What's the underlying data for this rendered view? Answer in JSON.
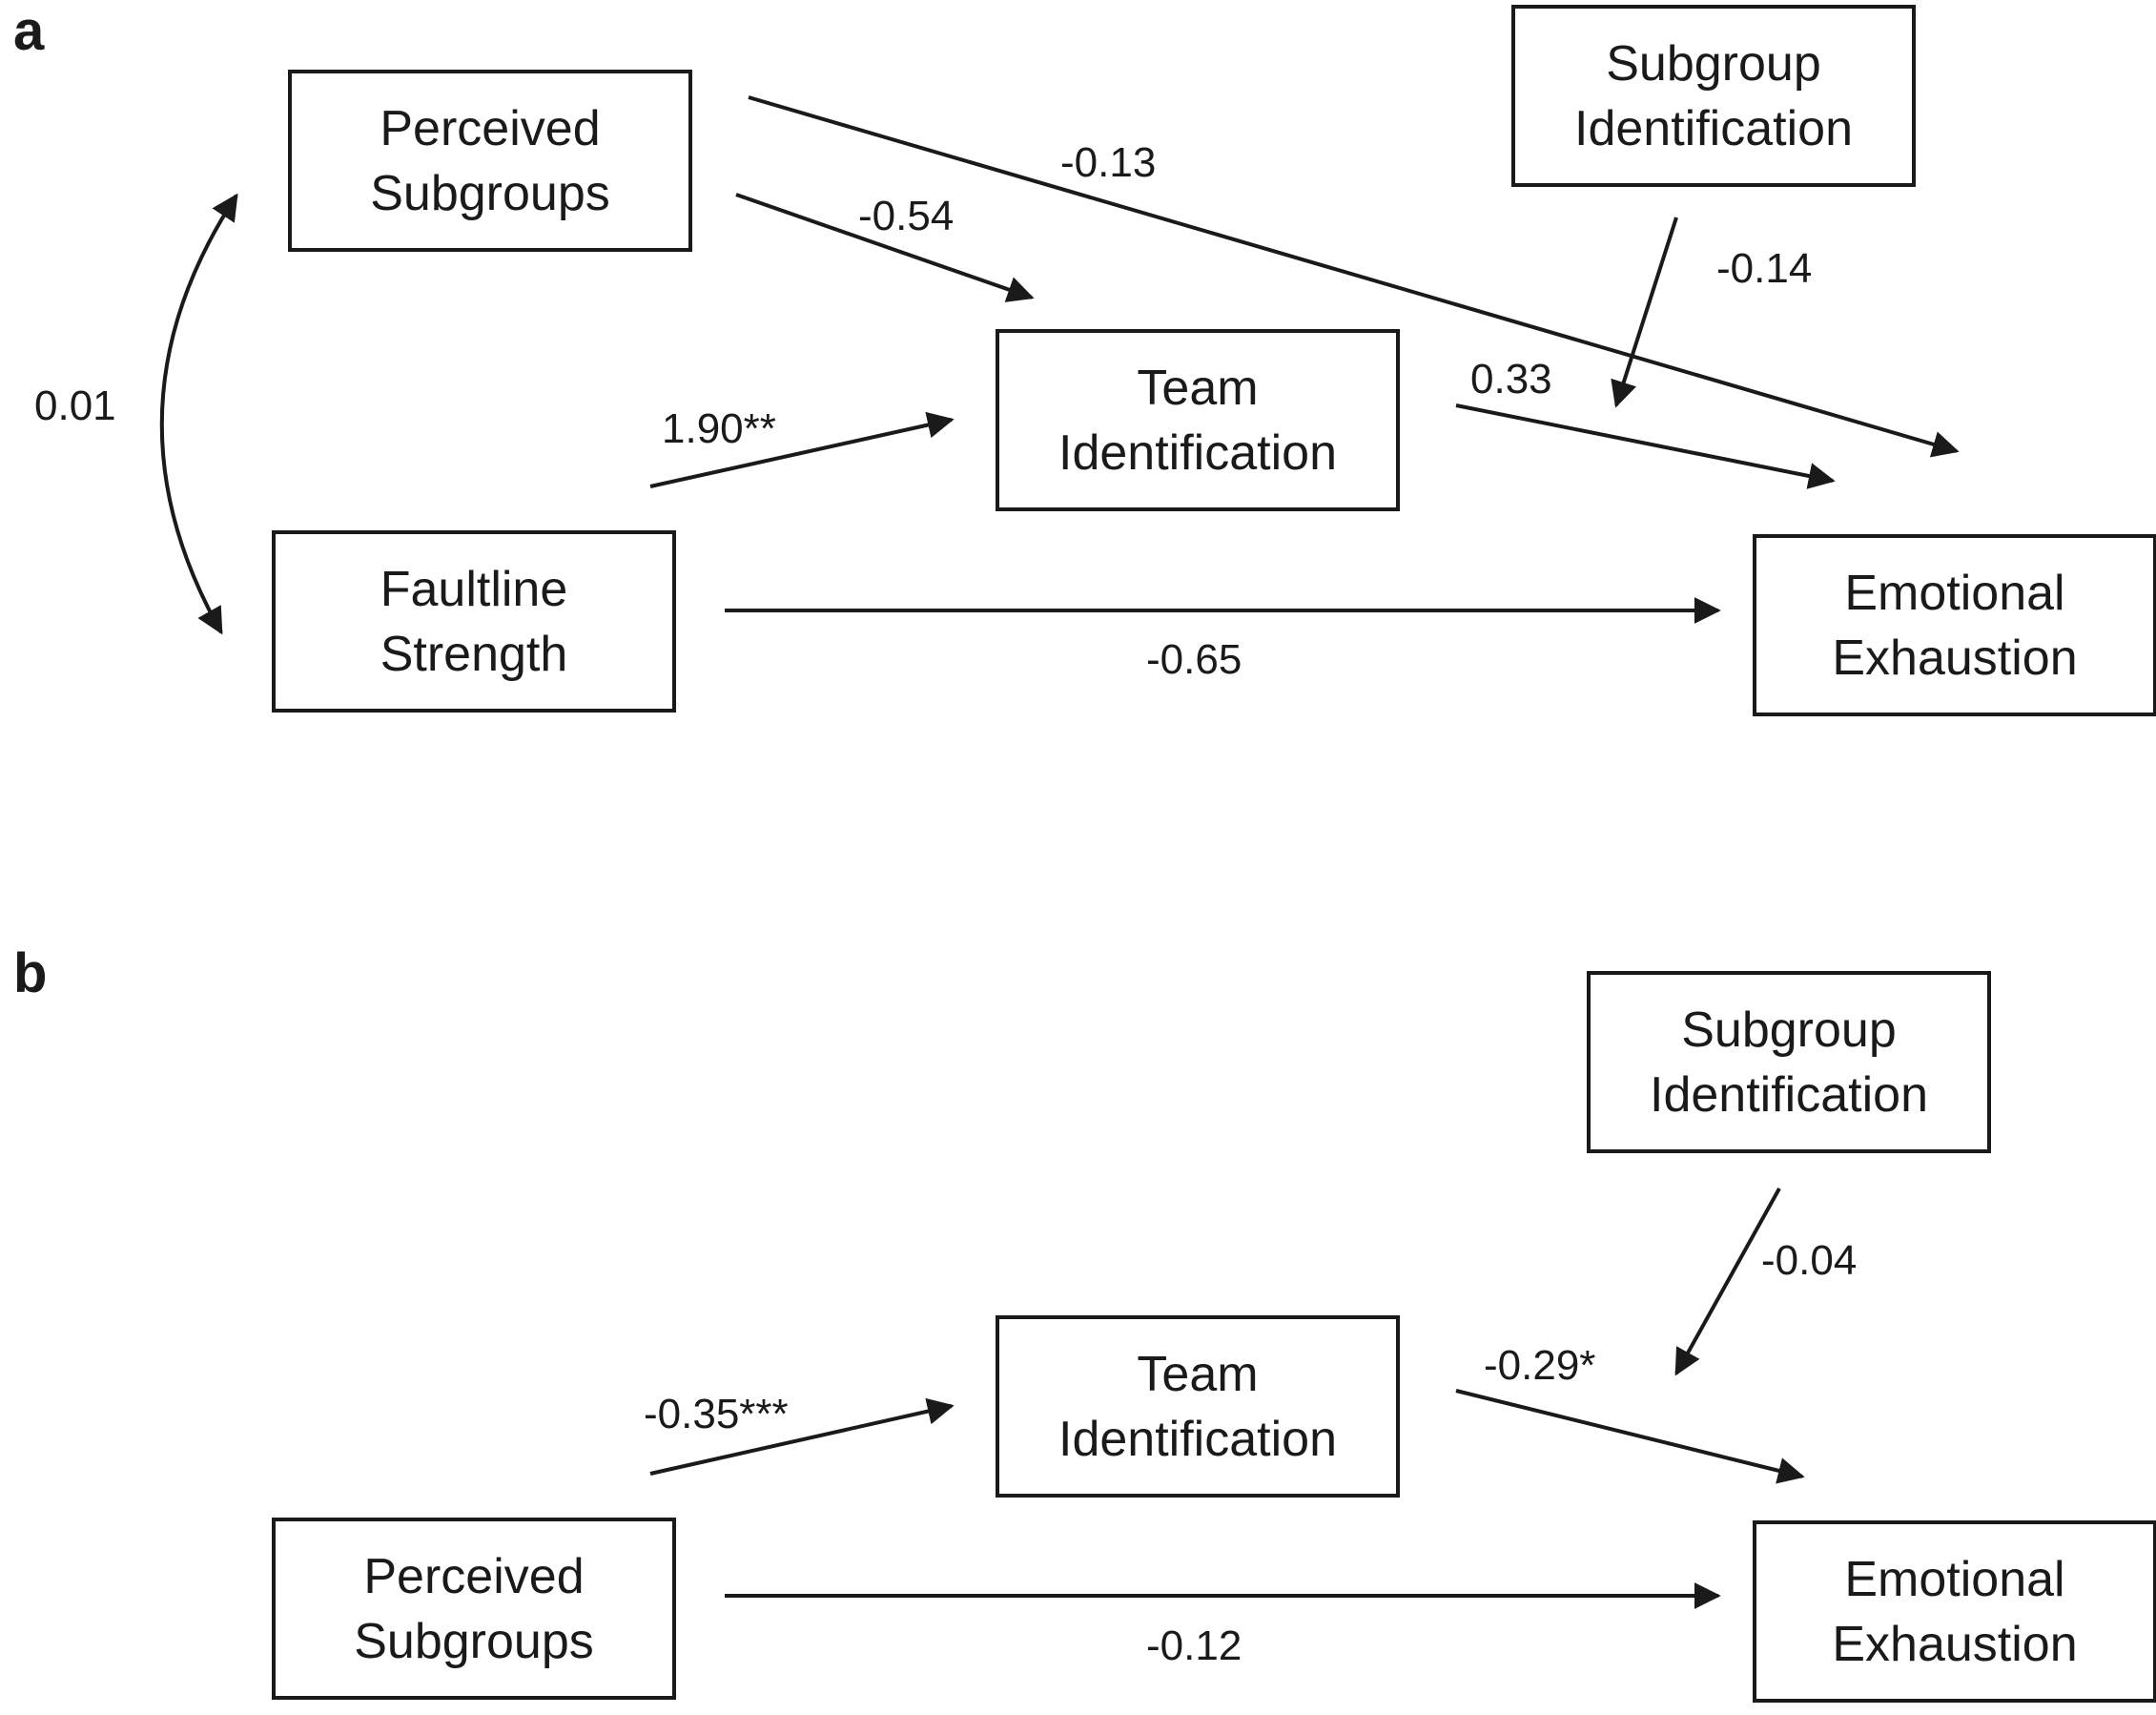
{
  "panels": [
    {
      "label": "a",
      "nodes": {
        "perceived_subgroups": [
          "Perceived",
          "Subgroups"
        ],
        "faultline_strength": [
          "Faultline",
          "Strength"
        ],
        "team_identification": [
          "Team",
          "Identification"
        ],
        "subgroup_identification": [
          "Subgroup",
          "Identification"
        ],
        "emotional_exhaustion": [
          "Emotional",
          "Exhaustion"
        ]
      },
      "paths": {
        "covariance": "0.01",
        "perceived_to_team": "-0.54",
        "perceived_to_exhaustion": "-0.13",
        "faultline_to_team": "1.90**",
        "faultline_to_exhaustion": "-0.65",
        "team_to_exhaustion": "0.33",
        "subgroup_moderation": "-0.14"
      }
    },
    {
      "label": "b",
      "nodes": {
        "perceived_subgroups": [
          "Perceived",
          "Subgroups"
        ],
        "team_identification": [
          "Team",
          "Identification"
        ],
        "subgroup_identification": [
          "Subgroup",
          "Identification"
        ],
        "emotional_exhaustion": [
          "Emotional",
          "Exhaustion"
        ]
      },
      "paths": {
        "perceived_to_team": "-0.35***",
        "perceived_to_exhaustion": "-0.12",
        "team_to_exhaustion": "-0.29*",
        "subgroup_moderation": "-0.04"
      }
    }
  ],
  "colors": {
    "ink": "#1a1a1a",
    "background": "#ffffff"
  }
}
